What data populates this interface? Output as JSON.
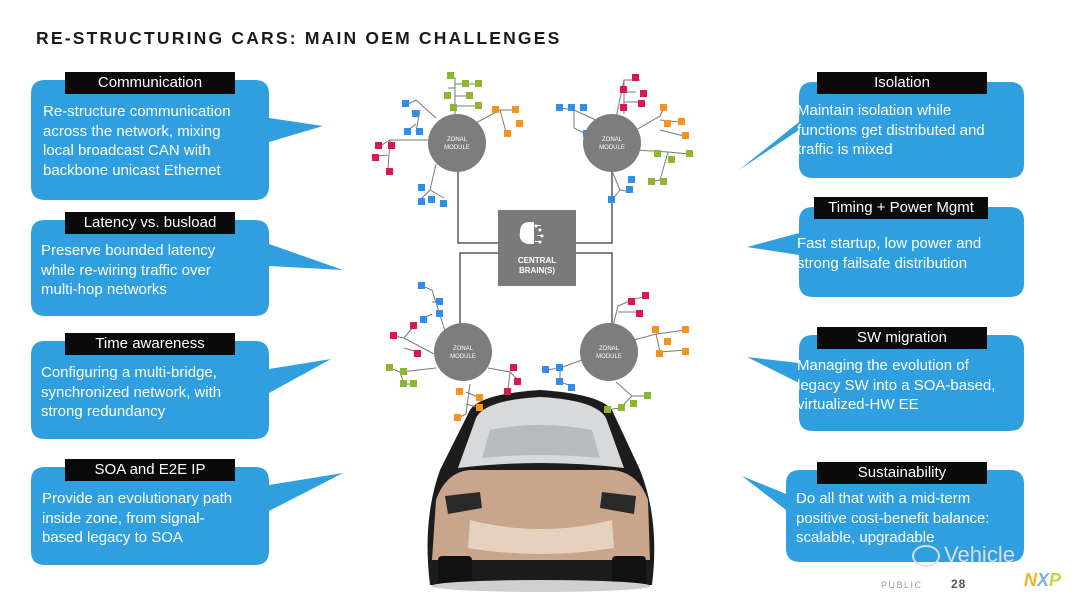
{
  "title": "RE-STRUCTURING CARS: MAIN OEM CHALLENGES",
  "callouts": {
    "communication": {
      "label": "Communication",
      "lines": [
        "Re-structure communication",
        "across the network, mixing",
        "local broadcast CAN with",
        "backbone unicast Ethernet"
      ]
    },
    "latency": {
      "label": "Latency vs. busload",
      "lines": [
        "Preserve bounded latency",
        "while re-wiring traffic over",
        "multi-hop networks"
      ]
    },
    "time": {
      "label": "Time awareness",
      "lines": [
        "Configuring a multi-bridge,",
        "synchronized network, with",
        "strong redundancy"
      ]
    },
    "soa": {
      "label": "SOA and E2E IP",
      "lines": [
        "Provide an evolutionary path",
        "inside zone, from signal-",
        "based legacy to SOA"
      ]
    },
    "isolation": {
      "label": "Isolation",
      "lines": [
        "Maintain isolation while",
        "functions get distributed and",
        "traffic is mixed"
      ]
    },
    "timing": {
      "label": "Timing + Power Mgmt",
      "lines": [
        "Fast startup, low power and",
        "strong failsafe distribution"
      ]
    },
    "sw": {
      "label": "SW migration",
      "lines": [
        "Managing the evolution of",
        "legacy SW into a SOA-based,",
        "virtualized-HW EE"
      ]
    },
    "sustain": {
      "label": "Sustainability",
      "lines": [
        "Do all that with a mid-term",
        "positive cost-benefit balance:",
        "scalable, upgradable"
      ]
    }
  },
  "diagram": {
    "zonal_label_1": "ZONAL",
    "zonal_label_2": "MODULE",
    "central_label_1": "CENTRAL",
    "central_label_2": "BRAIN(S)"
  },
  "footer": {
    "public": "PUBLIC",
    "page": "28",
    "watermark": "Vehicle",
    "logo": "NXP"
  },
  "colors": {
    "bubble": "#2f9fe0",
    "label_bg": "#0a0a0a",
    "module": "#7d7d7d",
    "node_blue": "#2f8ee8",
    "node_green": "#8db72e",
    "node_orange": "#f7921e",
    "node_red": "#d9184e"
  }
}
